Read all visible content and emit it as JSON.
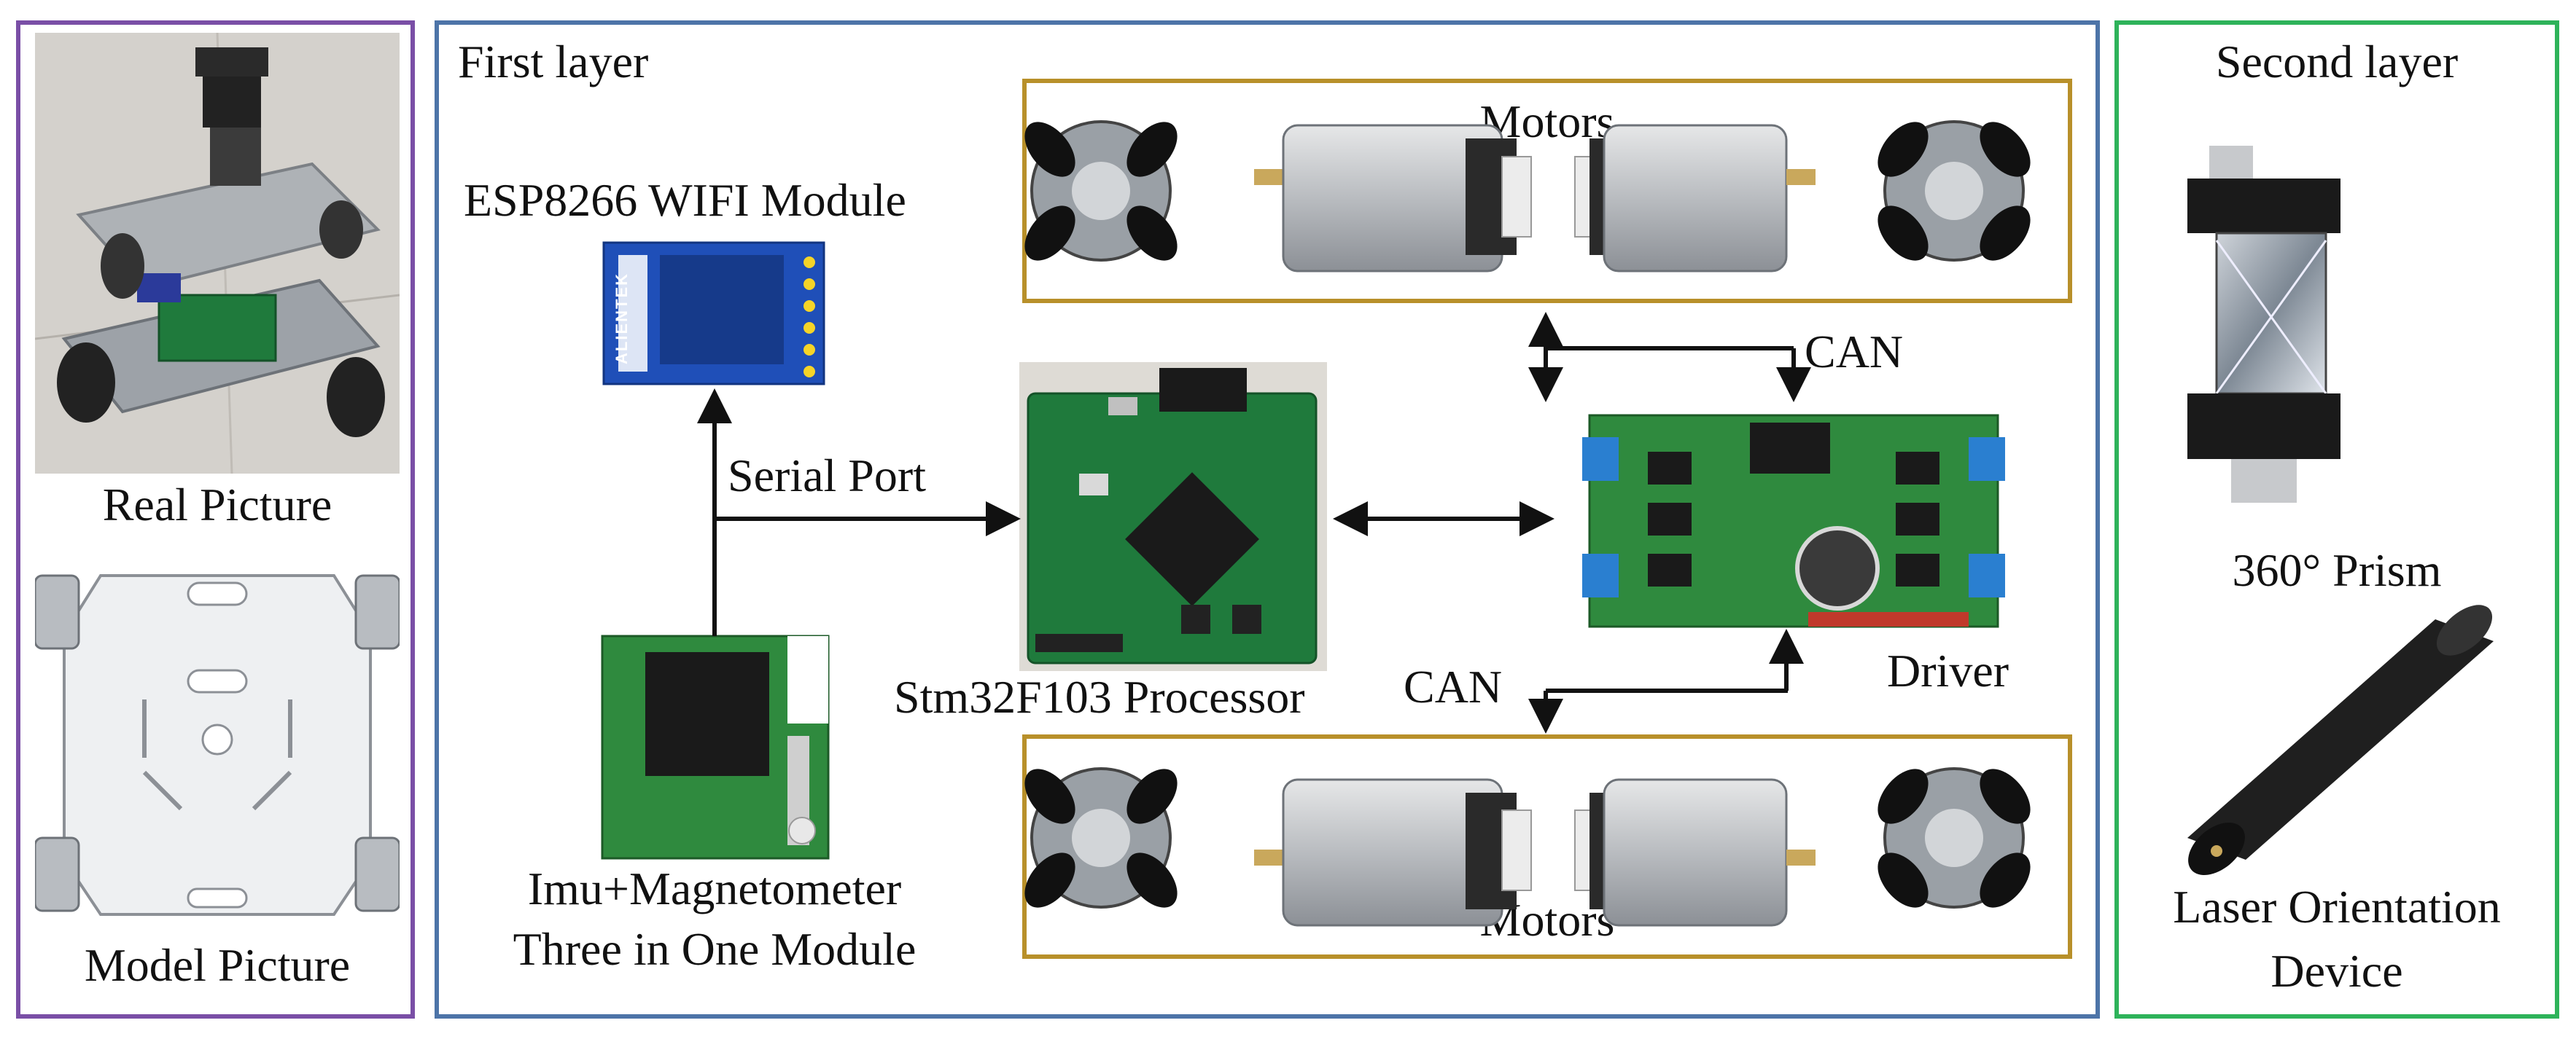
{
  "colors": {
    "left_panel_border": "#7a4fa6",
    "middle_panel_border": "#4d74a8",
    "right_panel_border": "#2eb35a",
    "motor_box_border": "#b8902a",
    "pcb_green": "#1f7a3c",
    "wifi_blue": "#1f4fb8",
    "arrow": "#111111"
  },
  "left_panel": {
    "real_picture_label": "Real Picture",
    "model_picture_label": "Model Picture"
  },
  "middle_panel": {
    "title": "First layer",
    "wifi_label": "ESP8266 WIFI Module",
    "wifi_chip_text": "ALIENTEK",
    "serial_port_label": "Serial Port",
    "processor_label": "Stm32F103 Processor",
    "imu_label_line1": "Imu+Magnetometer",
    "imu_label_line2": "Three in One Module",
    "driver_label": "Driver",
    "can_top_label": "CAN",
    "can_bottom_label": "CAN",
    "motors_top_label": "Motors",
    "motors_bottom_label": "Motors"
  },
  "right_panel": {
    "title": "Second layer",
    "prism_label": "360° Prism",
    "laser_label_line1": "Laser Orientation",
    "laser_label_line2": "Device"
  }
}
